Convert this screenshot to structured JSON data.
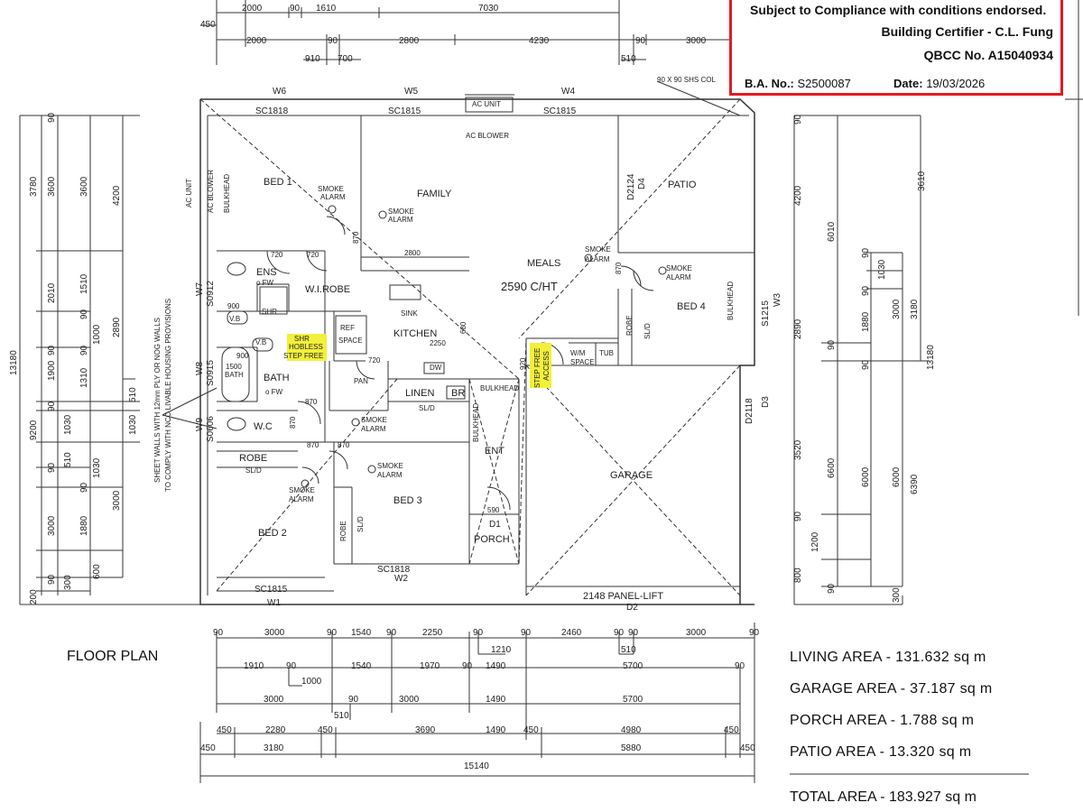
{
  "stamp": {
    "line1": "Subject to Compliance with conditions endorsed.",
    "certifier": "Building Certifier - C.L. Fung",
    "qbcc": "QBCC No. A15040934",
    "ba_label": "B.A. No.:",
    "ba_value": "S2500087",
    "date_label": "Date:",
    "date_value": "19/03/2026",
    "border_color": "#e21b23"
  },
  "title": "FLOOR PLAN",
  "areas": {
    "living": "LIVING AREA - 131.632 sq m",
    "garage": "GARAGE AREA - 37.187 sq m",
    "porch": "PORCH AREA - 1.788 sq m",
    "patio": "PATIO AREA - 13.320 sq m",
    "total": "TOTAL AREA - 183.927 sq m"
  },
  "rooms": {
    "bed1": "BED 1",
    "family": "FAMILY",
    "patio": "PATIO",
    "meals": "MEALS",
    "ceiling": "2590 C/HT",
    "kitchen": "KITCHEN",
    "ens": "ENS",
    "wirobe": "W.I.ROBE",
    "bath": "BATH",
    "wc": "W.C",
    "bed2": "BED 2",
    "bed3": "BED 3",
    "bed4": "BED 4",
    "ent": "ENT",
    "porch": "PORCH",
    "garage": "GARAGE",
    "robe": "ROBE",
    "linen": "LINEN",
    "br": "BR",
    "pan": "PAN",
    "wm": "W/M",
    "space": "SPACE",
    "tub": "TUB",
    "ref": "REF",
    "refspace": "SPACE",
    "sink": "SINK",
    "dw": "DW",
    "smoke": "SMOKE",
    "alarm": "ALARM",
    "bulkhead": "BULKHEAD",
    "acunit": "AC UNIT",
    "acblower": "AC BLOWER",
    "sld": "SL/D",
    "fw": "o FW",
    "vb": "V.B",
    "shr": "SHR",
    "bath1500": "1500",
    "bathlbl": "BATH",
    "shr_hob": "SHR",
    "hobless": "HOBLESS",
    "stepfree": "STEP FREE",
    "stepfree2": "STEP FREE",
    "access": "ACCESS",
    "shs": "90 X 90 SHS COL",
    "sheet1": "SHEET WALLS WITH 12mm PLY OR NOG WALLS",
    "sheet2": "TO COMPLY WITH NCC LIVABLE HOUSING PROVISIONS",
    "panel_lift": "2148 PANEL-LIFT"
  },
  "windows": {
    "w6": "W6",
    "w5": "W5",
    "w4": "W4",
    "sc1818a": "SC1818",
    "sc1815a": "SC1815",
    "sc1815b": "SC1815",
    "w7": "W7",
    "s0912": "S0912",
    "w8": "W8",
    "s0915": "S0915",
    "w9": "W9",
    "s0606": "S0606",
    "w1": "W1",
    "sc1815c": "SC1815",
    "w2": "W2",
    "sc1818b": "SC1818",
    "w3": "W3",
    "s1215": "S1215",
    "d1": "D1",
    "d2": "D2",
    "d3": "D3",
    "d2118": "D2118",
    "d4": "D4",
    "d2124": "D2124"
  },
  "dims": {
    "top": [
      "450",
      "2000",
      "90",
      "1610",
      "7030",
      "2000",
      "90",
      "2800",
      "4230",
      "90",
      "3000",
      "90",
      "910",
      "700",
      "510"
    ],
    "interior": [
      "720",
      "720",
      "870",
      "2800",
      "870",
      "900",
      "900",
      "720",
      "2250",
      "870",
      "870",
      "870",
      "870",
      "920",
      "590",
      "680"
    ],
    "bottom1": [
      "90",
      "3000",
      "90",
      "1540",
      "90",
      "2250",
      "90",
      "90",
      "2460",
      "90",
      "90",
      "3000",
      "90"
    ],
    "bottom2": [
      "1210",
      "510",
      "1910",
      "90",
      "1540",
      "1970",
      "90",
      "1490",
      "5700",
      "90",
      "1000"
    ],
    "bottom3": [
      "3000",
      "90",
      "3000",
      "1490",
      "5700",
      "510"
    ],
    "bottom4": [
      "450",
      "2280",
      "450",
      "3690",
      "1490",
      "450",
      "4980",
      "450"
    ],
    "bottom5": [
      "450",
      "3180",
      "5880",
      "450"
    ],
    "bottom6": [
      "15140"
    ],
    "left": [
      "90",
      "3780",
      "3600",
      "3600",
      "4200",
      "2010",
      "1510",
      "90",
      "2890",
      "1000",
      "90",
      "1900",
      "90",
      "1310",
      "510",
      "1030",
      "1030",
      "9200",
      "90",
      "13180",
      "510",
      "1030",
      "90",
      "3000",
      "3000",
      "1880",
      "90",
      "600",
      "300",
      "90",
      "200"
    ],
    "right": [
      "90",
      "4200",
      "6010",
      "3610",
      "90",
      "1030",
      "90",
      "3000",
      "3180",
      "1880",
      "13180",
      "2890",
      "90",
      "90",
      "3520",
      "6600",
      "6000",
      "6000",
      "6390",
      "1200",
      "90",
      "800",
      "90",
      "300"
    ]
  }
}
